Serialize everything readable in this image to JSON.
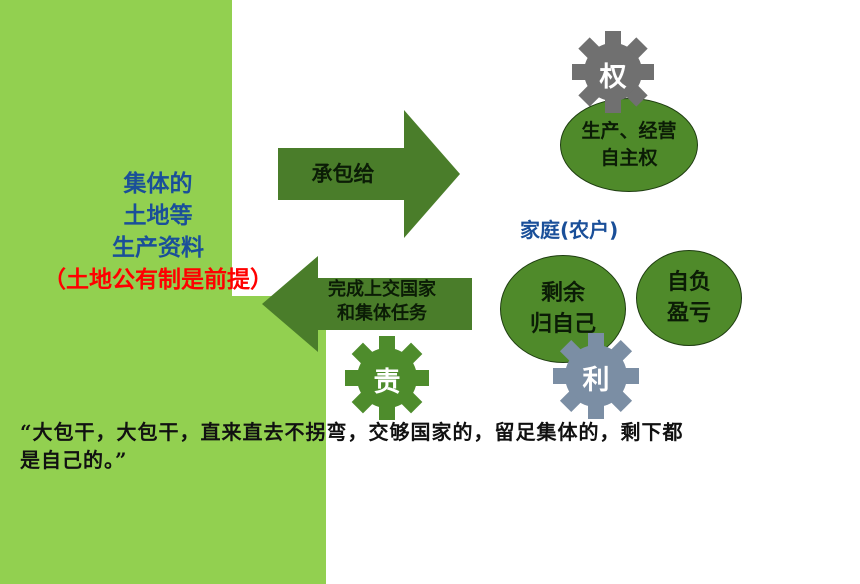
{
  "left_circle": {
    "line1": "集体的",
    "line2": "土地等",
    "line3": "生产资料",
    "line4": "（土地公有制是前提）"
  },
  "arrow_right": {
    "label": "承包给"
  },
  "arrow_left": {
    "line1": "完成上交国家",
    "line2": "和集体任务"
  },
  "right_circle": {
    "label": "家庭(农户)",
    "top": {
      "line1": "生产、经营",
      "line2": "自主权"
    },
    "bottom_left": {
      "line1": "剩余",
      "line2": "归自己"
    },
    "bottom_right": {
      "line1": "自负",
      "line2": "盈亏"
    }
  },
  "gears": {
    "rights": "权",
    "responsibility": "责",
    "benefit": "利"
  },
  "quote": {
    "line1": "“大包干，大包干，直来直去不拐弯，交够国家的，留足集体的，剩下都",
    "line2": "是自己的。”"
  },
  "colors": {
    "light_green": "#92d050",
    "dark_green": "#4f8a2a",
    "arrow_green": "#4a7d2a",
    "blue_text": "#1a4f99",
    "red_text": "#ff0000",
    "gear_gray": "#707070",
    "gear_green": "#4e8c2c",
    "gear_bluegray": "#7b8ea4"
  }
}
